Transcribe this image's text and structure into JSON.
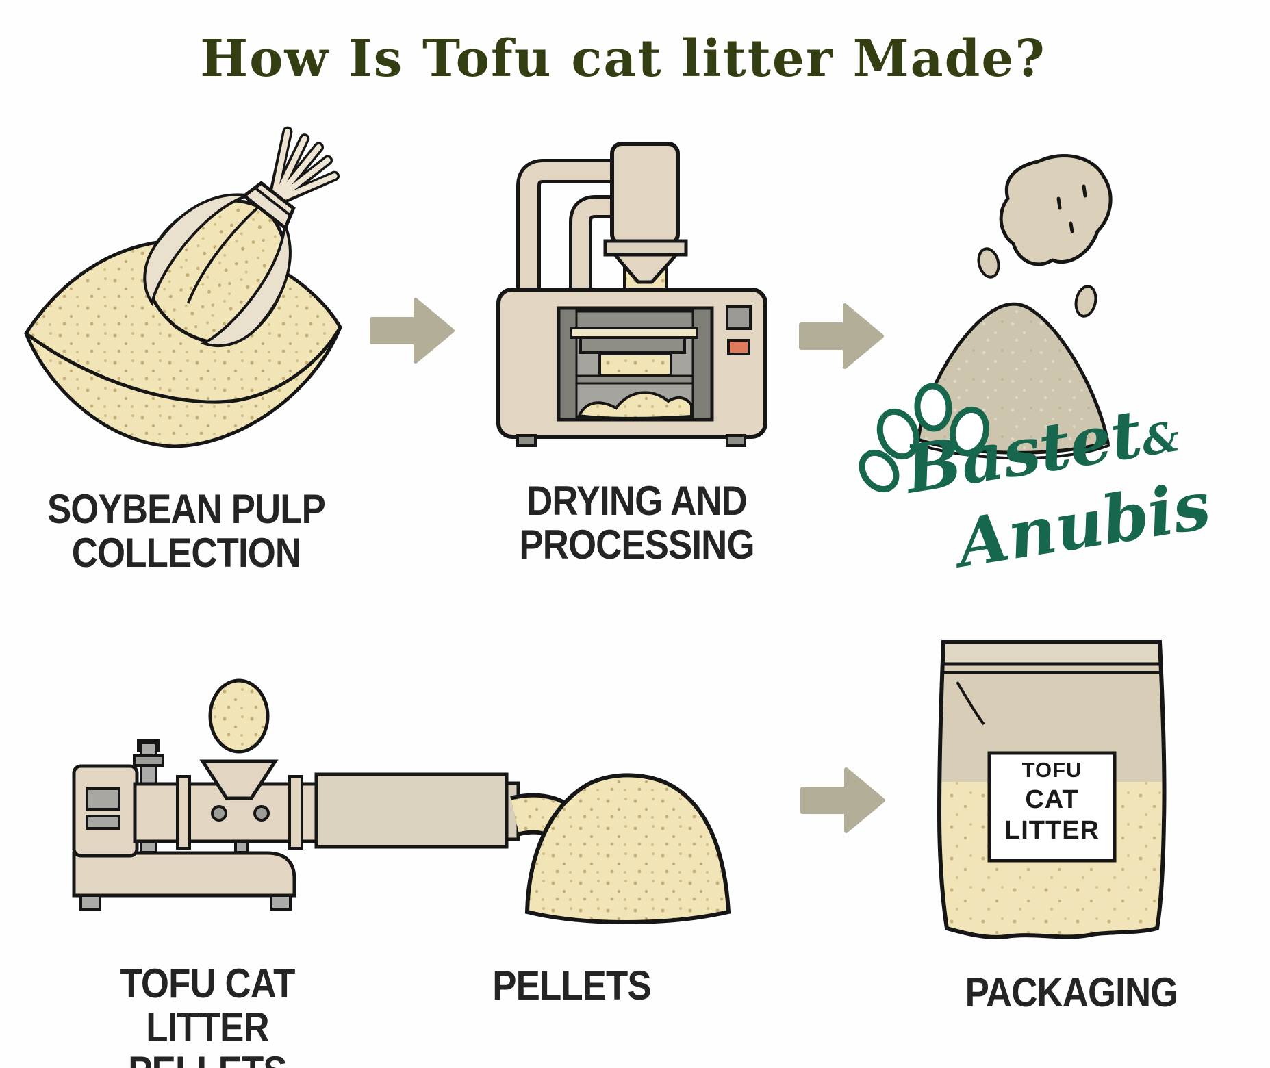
{
  "title": "How Is Tofu cat litter Made?",
  "steps": [
    {
      "name": "soybean-pulp-collection",
      "line1": "SOYBEAN PULP",
      "line2": "COLLECTION"
    },
    {
      "name": "drying-and-processing",
      "line1": "DRYING AND",
      "line2": "PROCESSING"
    },
    {
      "name": "tofu-cat-litter-pellets",
      "line1": "TOFU CAT LITTER",
      "line2": "PELLETS"
    },
    {
      "name": "pellets",
      "line1": "PELLETS",
      "line2": ""
    },
    {
      "name": "packaging",
      "line1": "PACKAGING",
      "line2": ""
    }
  ],
  "logo": {
    "brand_first": "Bastet",
    "ampersand": "&",
    "brand_second": "Anubis"
  },
  "bag": {
    "label_line1": "TOFU",
    "label_line2": "CAT",
    "label_line3": "LITTER"
  },
  "colors": {
    "title_text": "#333e13",
    "label_text": "#242424",
    "logo_green": "#17664e",
    "arrow": "#b2ae98",
    "outline": "#161616",
    "pulp_beige": "#f1e5b8",
    "machine_tan": "#e2d5c1",
    "litter_gray": "#cec5af",
    "orange_button": "#df7a5a"
  }
}
